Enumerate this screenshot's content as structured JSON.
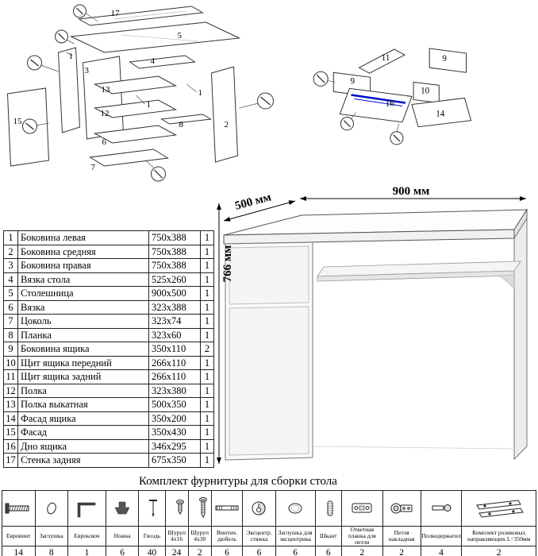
{
  "parts_table": {
    "rows": [
      {
        "num": "1",
        "name": "Боковина левая",
        "size": "750x388",
        "qty": "1"
      },
      {
        "num": "2",
        "name": "Боковина средняя",
        "size": "750x388",
        "qty": "1"
      },
      {
        "num": "3",
        "name": "Боковина правая",
        "size": "750x388",
        "qty": "1"
      },
      {
        "num": "4",
        "name": "Вязка стола",
        "size": "525x260",
        "qty": "1"
      },
      {
        "num": "5",
        "name": "Столешница",
        "size": "900x500",
        "qty": "1"
      },
      {
        "num": "6",
        "name": "Вязка",
        "size": "323x388",
        "qty": "1"
      },
      {
        "num": "7",
        "name": "Цоколь",
        "size": "323x74",
        "qty": "1"
      },
      {
        "num": "8",
        "name": "Планка",
        "size": "323x60",
        "qty": "1"
      },
      {
        "num": "9",
        "name": "Боковина ящика",
        "size": "350x110",
        "qty": "2"
      },
      {
        "num": "10",
        "name": "Щит ящика передний",
        "size": "266x110",
        "qty": "1"
      },
      {
        "num": "11",
        "name": "Щит ящика задний",
        "size": "266x110",
        "qty": "1"
      },
      {
        "num": "12",
        "name": "Полка",
        "size": "323x380",
        "qty": "1"
      },
      {
        "num": "13",
        "name": "Полка выкатная",
        "size": "500x350",
        "qty": "1"
      },
      {
        "num": "14",
        "name": "Фасад ящика",
        "size": "350x200",
        "qty": "1"
      },
      {
        "num": "15",
        "name": "Фасад",
        "size": "350x430",
        "qty": "1"
      },
      {
        "num": "16",
        "name": "Дно ящика",
        "size": "346x295",
        "qty": "1"
      },
      {
        "num": "17",
        "name": "Стенка задняя",
        "size": "675x350",
        "qty": "1"
      }
    ]
  },
  "dimensions": {
    "width": "900 мм",
    "depth": "500 мм",
    "height": "766 мм"
  },
  "diagram_left": {
    "callouts": {
      "c17": "17",
      "c5": "5",
      "c4": "4",
      "c3": "3",
      "c1a": "1",
      "c1b": "1",
      "c1c": "1",
      "c13": "13",
      "c12": "12",
      "c6": "6",
      "c7": "7",
      "c15": "15",
      "c2": "2",
      "c8": "8"
    }
  },
  "diagram_right": {
    "callouts": {
      "c11": "11",
      "c9a": "9",
      "c9b": "9",
      "c10": "10",
      "c16": "16",
      "c14": "14"
    }
  },
  "hardware": {
    "title": "Комплект фурнитуры для сборки стола",
    "items": [
      {
        "label": "Евровинт",
        "qty": "14",
        "icon": "euroscrew-icon"
      },
      {
        "label": "Заглушка",
        "qty": "8",
        "icon": "plug-icon"
      },
      {
        "label": "Евроключ",
        "qty": "1",
        "icon": "hexkey-icon"
      },
      {
        "label": "Ножка",
        "qty": "6",
        "icon": "leg-icon"
      },
      {
        "label": "Гвоздь",
        "qty": "40",
        "icon": "nail-icon"
      },
      {
        "label": "Шуруп 4x16",
        "qty": "24",
        "icon": "screw-short-icon"
      },
      {
        "label": "Шуруп 4x30",
        "qty": "2",
        "icon": "screw-long-icon"
      },
      {
        "label": "Винтич. дюбель",
        "qty": "6",
        "icon": "dowel-screw-icon"
      },
      {
        "label": "Эксцентр. стяжка",
        "qty": "6",
        "icon": "cam-lock-icon"
      },
      {
        "label": "Заглушка для эксцентрика",
        "qty": "6",
        "icon": "cam-plug-icon"
      },
      {
        "label": "Шкант",
        "qty": "6",
        "icon": "wood-dowel-icon"
      },
      {
        "label": "Ответная планка для петли",
        "qty": "2",
        "icon": "hinge-plate-icon"
      },
      {
        "label": "Петля накладная",
        "qty": "2",
        "icon": "hinge-icon"
      },
      {
        "label": "Полкодержатель",
        "qty": "4",
        "icon": "shelf-support-icon"
      },
      {
        "label": "Комплект роликовых направляющих L=350мм",
        "qty": "2",
        "icon": "roller-guides-icon"
      }
    ]
  }
}
